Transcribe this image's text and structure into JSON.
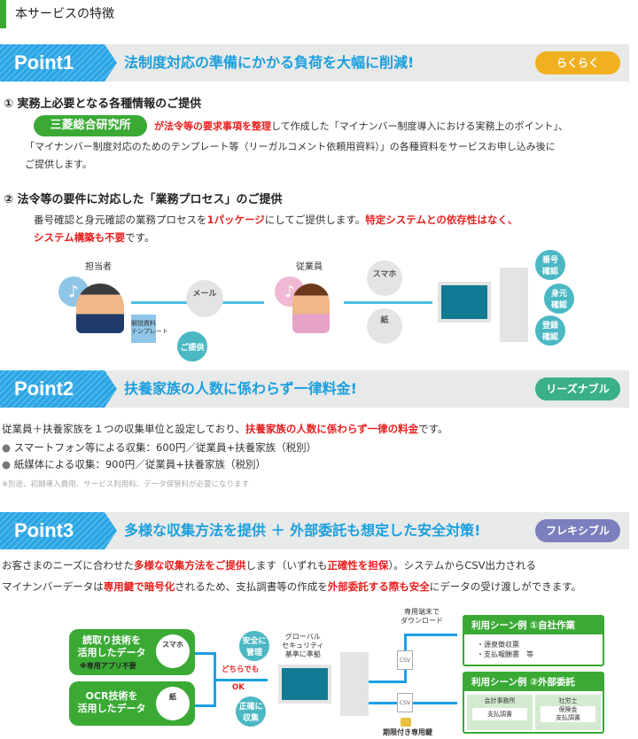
{
  "section_title": "本サービスの特徴",
  "points": [
    {
      "label": "Point1",
      "title": "法制度対応の準備にかかる負荷を大幅に削減!",
      "badge": "らくらく",
      "badge_color": "#f0b020"
    },
    {
      "label": "Point2",
      "title": "扶養家族の人数に係わらず一律料金!",
      "badge": "リーズナブル",
      "badge_color": "#3bb087"
    },
    {
      "label": "Point3",
      "title": "多様な収集方法を提供 ＋ 外部委託も想定した安全対策!",
      "badge": "フレキシブル",
      "badge_color": "#7b7fbd"
    }
  ],
  "p1": {
    "h1": "① 実務上必要となる各種情報のご提供",
    "org": "三菱総合研究所",
    "t1_red": "が法令等の要求事項を整理",
    "t1": "して作成した「マイナンバー制度導入における実務上のポイント」、",
    "t2": "「マイナンバー制度対応のためのテンプレート等（リーガルコメント依頼用資料）」の各種資料をサービスお申し込み後に",
    "t3": "ご提供します。",
    "h2": "② 法令等の要件に対応した「業務プロセス」のご提供",
    "b1": "番号確認と身元確認の業務プロセスを",
    "b1_red": "1パッケージ",
    "b2": "にしてご提供します。",
    "b2_red": "特定システムとの依存性はなく、",
    "b3_red": "システム構築も不要",
    "b3": "です。",
    "diagram": {
      "staff": "担当者",
      "employee": "従業員",
      "mail": "メール",
      "doc": "解説資料\nテンプレート",
      "provide": "ご提供",
      "phone": "スマホ",
      "paper": "紙",
      "c1": "番号\n確認",
      "c2": "身元\n確認",
      "c3": "登録\n確認"
    }
  },
  "p2": {
    "t1": "従業員＋扶養家族を１つの収集単位と設定しており、",
    "t1_red": "扶養家族の人数に係わらず一律の料金",
    "t1_end": "です。",
    "items": [
      "スマートフォン等による収集：600円／従業員+扶養家族（税別）",
      "紙媒体による収集：900円／従業員+扶養家族（税別）"
    ],
    "note": "※別途、初期導入費用、サービス利用料、データ保管料が必要になります"
  },
  "p3": {
    "a": "お客さまのニーズに合わせた",
    "a_red": "多様な収集方法をご提供",
    "b": "します（いずれも",
    "b_red": "正確性を担保",
    "c": "）。システムからCSV出力される",
    "d": "マイナンバーデータは",
    "d_red": "専用鍵で暗号化",
    "e": "されるため、支払調書等の作成を",
    "e_red": "外部委託する際も安全",
    "f": "にデータの受け渡しができます。",
    "diagram": {
      "box1": "読取り技術を\n活用したデータ",
      "box1_note": "※専用アプリ不要",
      "box1_icon": "スマホ",
      "box2": "OCR技術を\n活用したデータ",
      "box2_icon": "紙",
      "either": "どちらでも",
      "ok": "OK",
      "safe": "安全に\n管理",
      "accurate": "正確に\n収集",
      "global": "グローバル\nセキュリティ\n基準に準拠",
      "download": "専用端末で\nダウンロード",
      "csv": "CSV",
      "key": "期限付き専用鍵",
      "scene1": "利用シーン例 ①自社作業",
      "scene1_items": "・源泉徴収票\n・支払報酬書　等",
      "scene2": "利用シーン例 ②外部委託",
      "acct": "会計事務所",
      "acct_doc": "支払調書",
      "sr": "社労士",
      "sr_doc": "保険金\n支払調書"
    }
  }
}
